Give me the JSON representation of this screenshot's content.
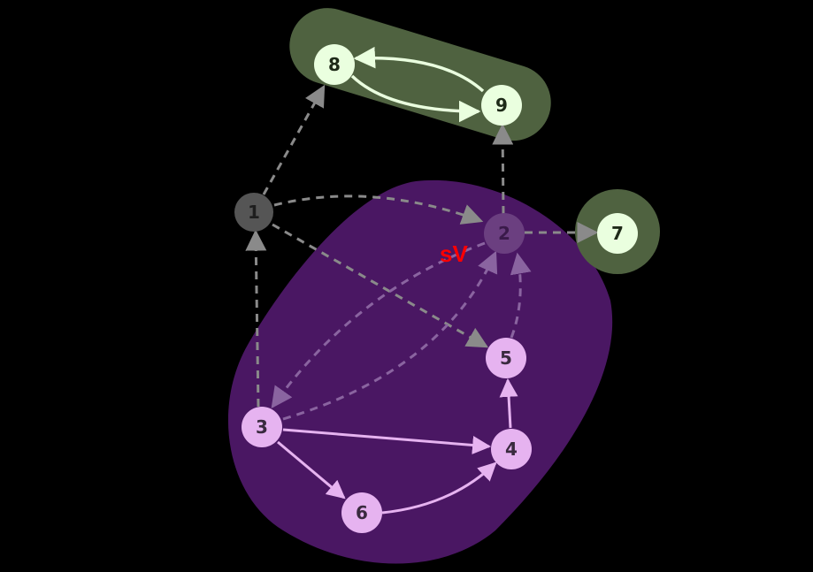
{
  "colors": {
    "background": "#000000",
    "scc_purple": "#4a1763",
    "scc_green": "#4f6240",
    "node_pink": "#e6b3f0",
    "node_light": "#eaffdf",
    "node_dark": "#555555",
    "node_dim": "#6b3f80",
    "edge_solid_pink": "#e6b3f0",
    "edge_solid_white": "#eaffdf",
    "edge_dashed_gray": "#8a8a8a",
    "edge_dashed_purple": "#8a64a0",
    "annotation_red": "#ff0000"
  },
  "nodes": [
    {
      "id": "1",
      "label": "1",
      "style": "dark"
    },
    {
      "id": "2",
      "label": "2",
      "style": "dim"
    },
    {
      "id": "3",
      "label": "3",
      "style": "pink"
    },
    {
      "id": "4",
      "label": "4",
      "style": "pink"
    },
    {
      "id": "5",
      "label": "5",
      "style": "pink"
    },
    {
      "id": "6",
      "label": "6",
      "style": "pink"
    },
    {
      "id": "7",
      "label": "7",
      "style": "light"
    },
    {
      "id": "8",
      "label": "8",
      "style": "light"
    },
    {
      "id": "9",
      "label": "9",
      "style": "light"
    }
  ],
  "edges": [
    {
      "from": "1",
      "to": "8",
      "style": "dashed-gray"
    },
    {
      "from": "1",
      "to": "2",
      "style": "dashed-gray"
    },
    {
      "from": "1",
      "to": "5",
      "style": "dashed-gray"
    },
    {
      "from": "3",
      "to": "1",
      "style": "dashed-gray"
    },
    {
      "from": "2",
      "to": "9",
      "style": "dashed-gray"
    },
    {
      "from": "2",
      "to": "7",
      "style": "dashed-gray"
    },
    {
      "from": "3",
      "to": "2",
      "style": "dashed-purple"
    },
    {
      "from": "2",
      "to": "3",
      "style": "dashed-purple"
    },
    {
      "from": "5",
      "to": "2",
      "style": "dashed-purple"
    },
    {
      "from": "3",
      "to": "4",
      "style": "solid-pink"
    },
    {
      "from": "3",
      "to": "6",
      "style": "solid-pink"
    },
    {
      "from": "6",
      "to": "4",
      "style": "solid-pink"
    },
    {
      "from": "4",
      "to": "5",
      "style": "solid-pink"
    },
    {
      "from": "8",
      "to": "9",
      "style": "solid-white"
    },
    {
      "from": "9",
      "to": "8",
      "style": "solid-white"
    }
  ],
  "groups": [
    {
      "name": "scc-2-3-4-5-6",
      "color": "purple"
    },
    {
      "name": "scc-8-9",
      "color": "green"
    },
    {
      "name": "scc-7",
      "color": "green"
    }
  ],
  "annotation": {
    "text": "sV"
  }
}
